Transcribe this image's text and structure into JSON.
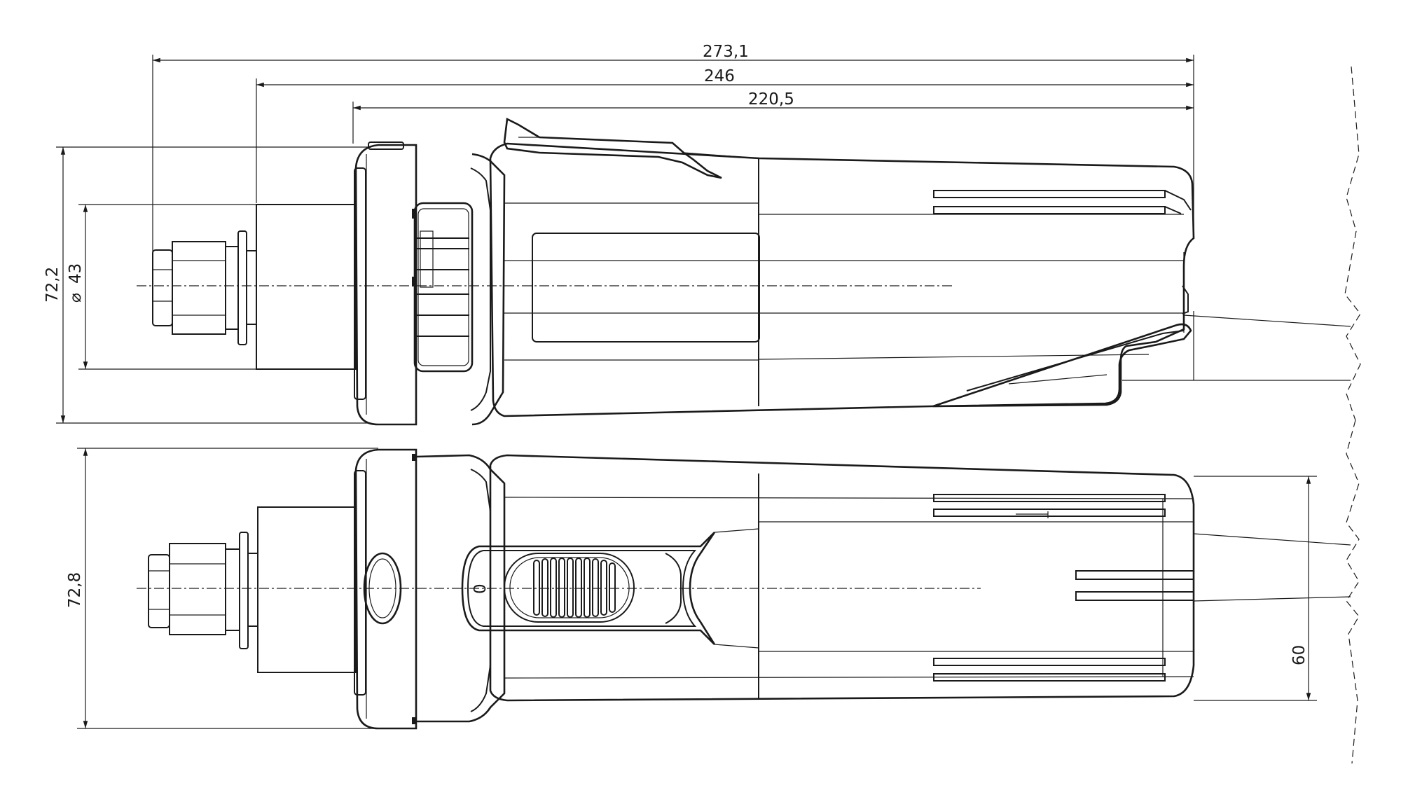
{
  "dimensions": {
    "overall_length": "273,1",
    "length_from_collar": "246",
    "body_length": "220,5",
    "top_height": "72,2",
    "collar_diameter": "43",
    "bottom_height": "72,8",
    "grip_width": "60"
  },
  "symbols": {
    "diameter": "⌀"
  },
  "switch": {
    "off_mark": "0"
  }
}
